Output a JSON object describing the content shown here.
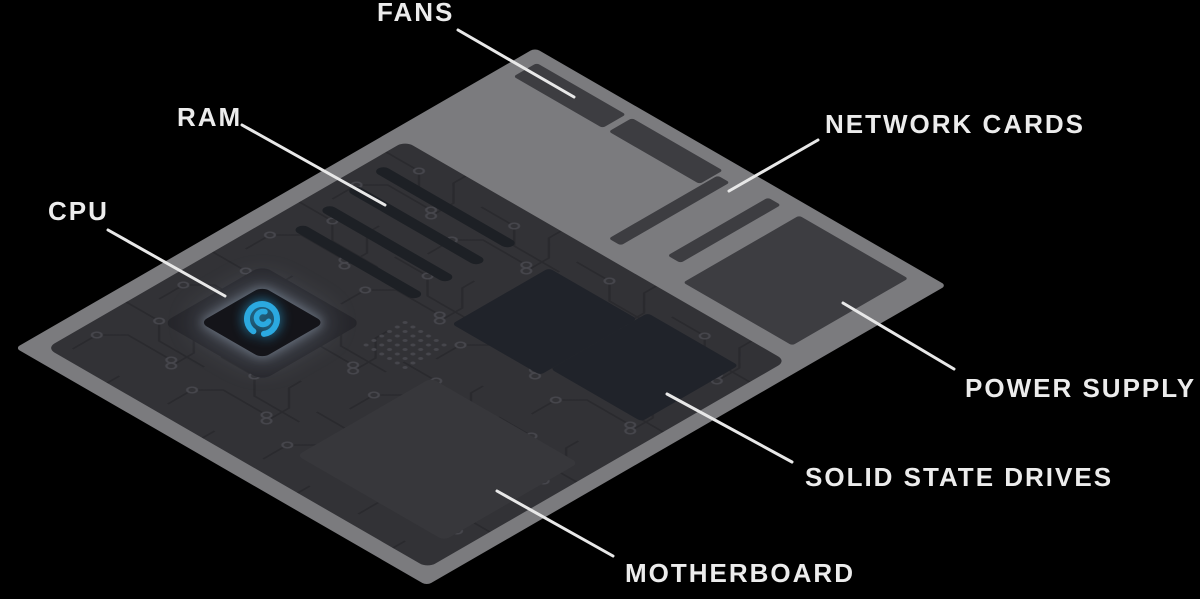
{
  "diagram": {
    "labels": {
      "fans": "FANS",
      "ram": "RAM",
      "cpu": "CPU",
      "network_cards": "NETWORK CARDS",
      "power_supply": "POWER SUPPLY",
      "solid_state_drives": "SOLID STATE DRIVES",
      "motherboard": "MOTHERBOARD"
    },
    "icons": {
      "cpu_logo": "spiral-logo-icon"
    },
    "colors": {
      "background": "#000000",
      "chassis": "#7b7b7e",
      "motherboard_surface": "#323236",
      "component_dark": "#3d3d41",
      "ram_slot": "#1d2025",
      "ssd": "#20232a",
      "cpu_block": "#26262b",
      "accent_blue": "#2BA9E0",
      "label_text": "#ececec",
      "leader_line": "#e8e8e8"
    }
  }
}
